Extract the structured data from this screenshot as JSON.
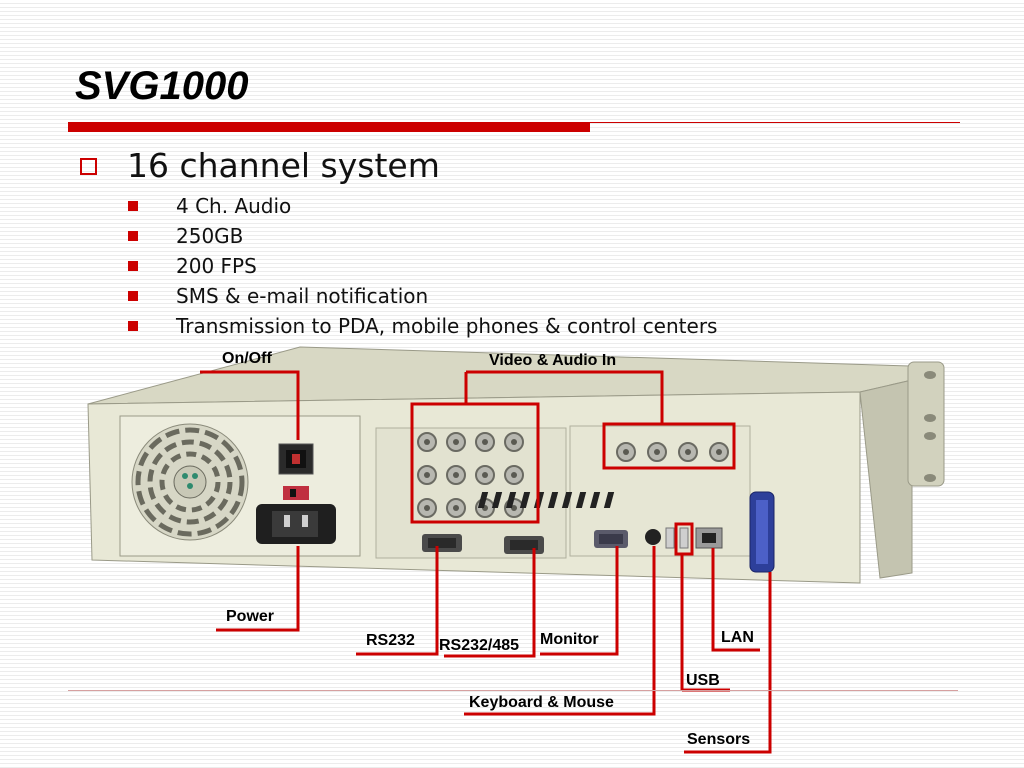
{
  "slide": {
    "title": "SVG1000",
    "main_bullet": "16 channel system",
    "sub_bullets": [
      "4 Ch. Audio",
      "250GB",
      "200 FPS",
      "SMS & e-mail notification",
      "Transmission to PDA, mobile phones & control centers"
    ]
  },
  "callouts": {
    "on_off": "On/Off",
    "video_audio_in": "Video & Audio In",
    "power": "Power",
    "rs232": "RS232",
    "rs232_485": "RS232/485",
    "monitor": "Monitor",
    "lan": "LAN",
    "usb": "USB",
    "keyboard_mouse": "Keyboard & Mouse",
    "sensors": "Sensors"
  },
  "colors": {
    "accent": "#cc0000",
    "chassis": "#dcdcc8"
  }
}
